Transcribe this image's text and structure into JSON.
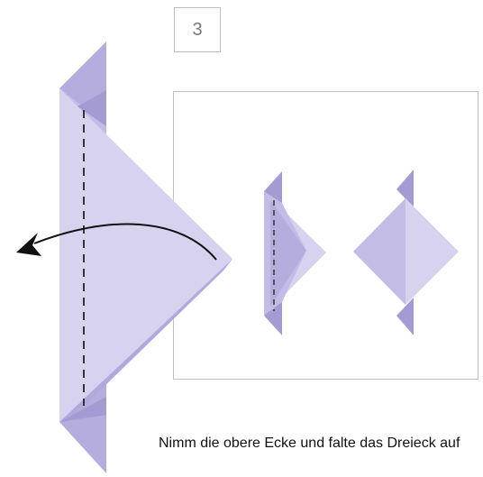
{
  "step": {
    "number": "3"
  },
  "caption": {
    "text": "Nimm die obere Ecke und falte das Dreieck auf"
  },
  "colors": {
    "paper_light": "#d7d3ef",
    "paper_mid": "#c3bde6",
    "paper_dark": "#a39bd2",
    "fold_line": "#333333",
    "arrow": "#111111",
    "frame": "#c2c2c2"
  },
  "icons": {
    "main": "folded-paper-triangle-illustration",
    "arrow": "curved-left-arrow-icon",
    "inset_left": "folding-in-progress-illustration",
    "inset_right": "diamond-unfolded-illustration"
  }
}
